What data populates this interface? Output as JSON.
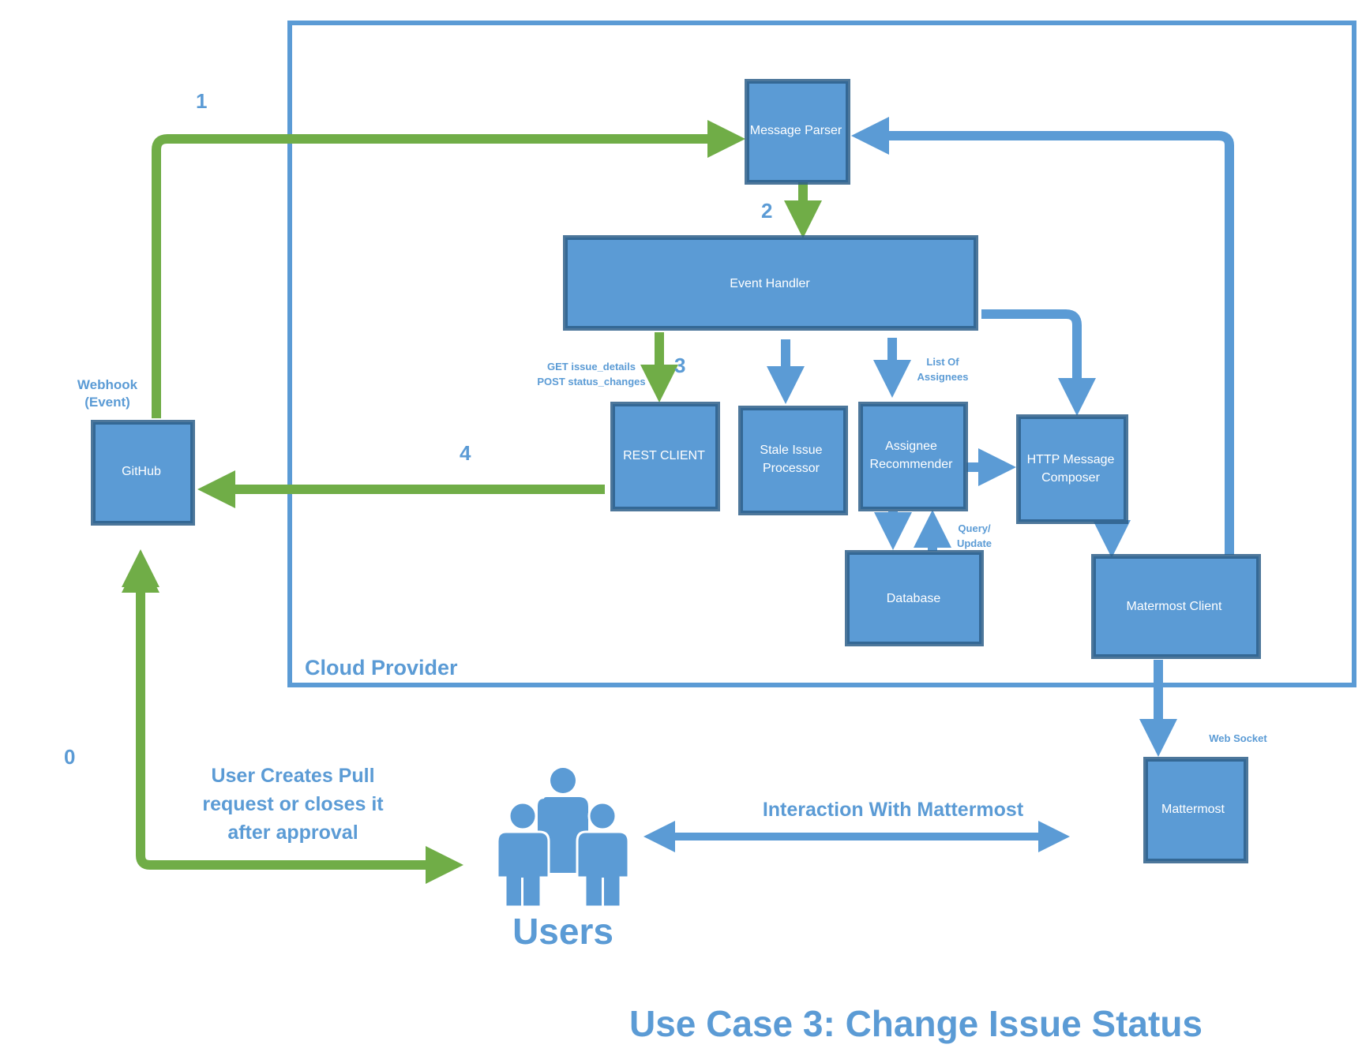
{
  "title": "Use Case 3: Change Issue Status",
  "colors": {
    "box_fill": "#5B9BD5",
    "box_edge": "#2E5F8A",
    "flow_arrow": "#70AD47",
    "blue_arrow": "#5B9BD5",
    "text_blue": "#5B9BD5",
    "container_stroke": "#5B9BD5"
  },
  "container": {
    "label": "Cloud Provider"
  },
  "boxes": {
    "message_parser": [
      "Message Parser"
    ],
    "event_handler": [
      "Event Handler"
    ],
    "rest_client": [
      "REST CLIENT"
    ],
    "stale_issue_processor": [
      "Stale Issue",
      "Processor"
    ],
    "assignee_recommender": [
      "Assignee",
      "Recommender"
    ],
    "http_message_composer": [
      "HTTP Message",
      "Composer"
    ],
    "database": [
      "Database"
    ],
    "mattermost_client": [
      "Matermost Client"
    ],
    "github": [
      "GitHub"
    ],
    "mattermost": [
      "Mattermost"
    ]
  },
  "step_numbers": {
    "step0": "0",
    "step1": "1",
    "step2": "2",
    "step3": "3",
    "step4": "4"
  },
  "labels": {
    "webhook": [
      "Webhook",
      "(Event)"
    ],
    "rest_calls": [
      "GET issue_details",
      "POST status_changes"
    ],
    "list_of_assignees": [
      "List Of",
      "Assignees"
    ],
    "query_update": [
      "Query/",
      "Update"
    ],
    "web_socket": "Web Socket",
    "user_action": [
      "User Creates Pull",
      "request or closes it",
      "after approval"
    ],
    "interaction": "Interaction With Mattermost"
  },
  "users": {
    "label": "Users",
    "icon": "users-group-icon"
  }
}
